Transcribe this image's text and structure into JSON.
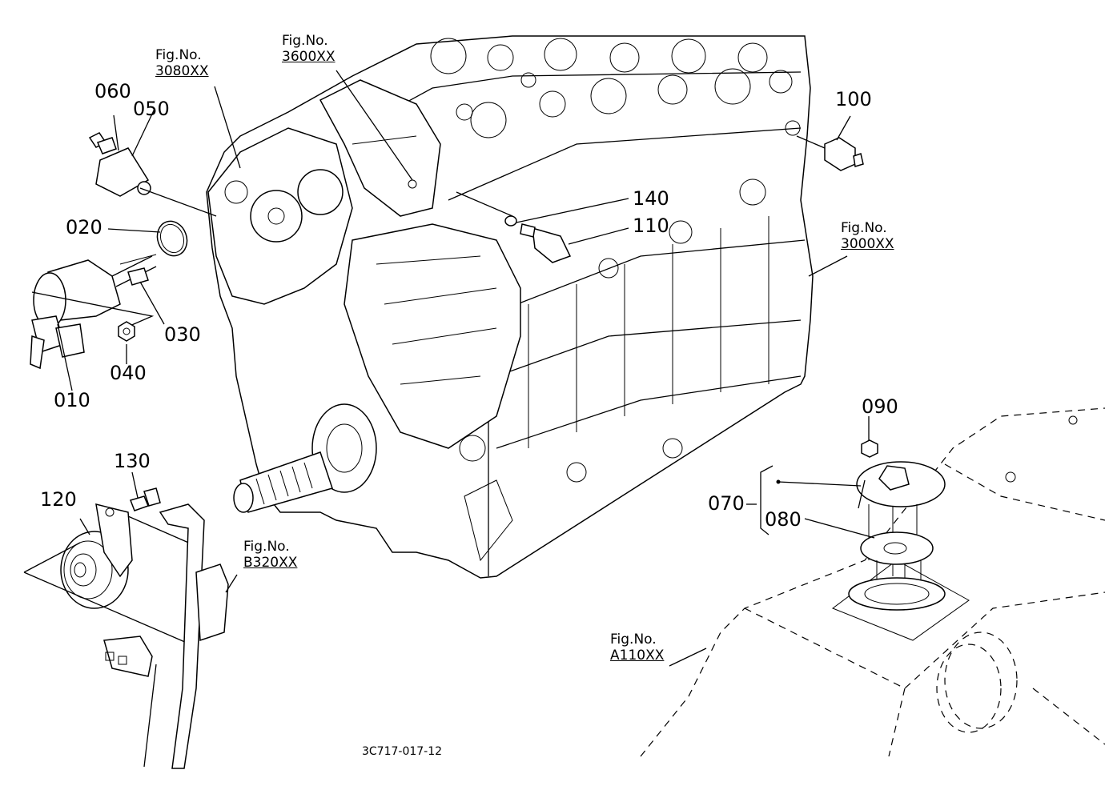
{
  "diagram": {
    "drawing_code": "3C717-017-12",
    "figure_refs": [
      {
        "id": "3080",
        "label": "Fig.No.",
        "ref": "3080XX"
      },
      {
        "id": "3600",
        "label": "Fig.No.",
        "ref": "3600XX"
      },
      {
        "id": "3000",
        "label": "Fig.No.",
        "ref": "3000XX"
      },
      {
        "id": "B320",
        "label": "Fig.No.",
        "ref": "B320XX"
      },
      {
        "id": "A110",
        "label": "Fig.No.",
        "ref": "A110XX"
      }
    ],
    "callouts": [
      "010",
      "020",
      "030",
      "040",
      "050",
      "060",
      "070",
      "080",
      "090",
      "100",
      "110",
      "120",
      "130",
      "140"
    ],
    "icons": {
      "engine_block": "engine-block-drawing",
      "fuel_tank": "fuel-tank-drawing",
      "horn": "horn-drawing",
      "bracket": "bracket-drawing"
    }
  }
}
